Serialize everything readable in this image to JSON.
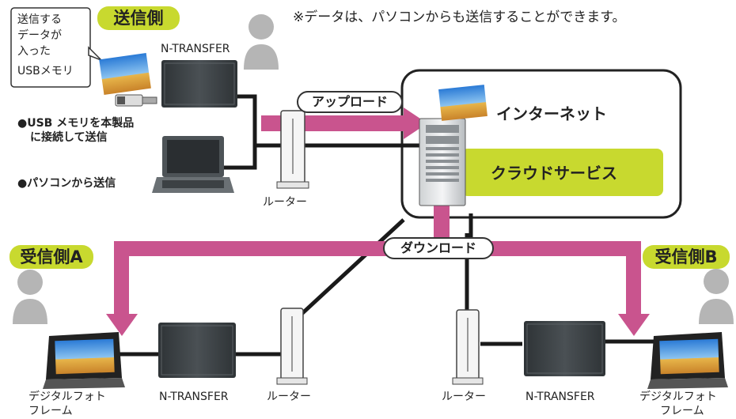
{
  "note": "※データは、パソコンからも送信することができます。",
  "sender": {
    "title": "送信側",
    "usb_note": [
      "送信する",
      "データが",
      "入った",
      "USBメモリ"
    ],
    "device_label": "N-TRANSFER",
    "method_usb": [
      "●USB メモリを本製品",
      "に接続して送信"
    ],
    "method_pc": "●パソコンから送信",
    "router_label": "ルーター"
  },
  "internet": {
    "upload_label": "アップロード",
    "title": "インターネット",
    "cloud_label": "クラウドサービス",
    "download_label": "ダウンロード"
  },
  "receiver_a": {
    "title": "受信側A",
    "frame_label": [
      "デジタルフォト",
      "フレーム"
    ],
    "device_label": "N-TRANSFER",
    "router_label": "ルーター"
  },
  "receiver_b": {
    "title": "受信側B",
    "frame_label": [
      "デジタルフォト",
      "フレーム"
    ],
    "device_label": "N-TRANSFER",
    "router_label": "ルーター"
  },
  "colors": {
    "arrow": "#c9548e",
    "accent": "#c8d92f",
    "cable": "#1a1a1a",
    "device": "#3a3f42",
    "person": "#b5b5b5"
  },
  "icons": [
    "person-icon",
    "usb-stick-icon",
    "photo-icon",
    "laptop-icon",
    "router-icon",
    "server-icon",
    "photo-frame-icon"
  ]
}
